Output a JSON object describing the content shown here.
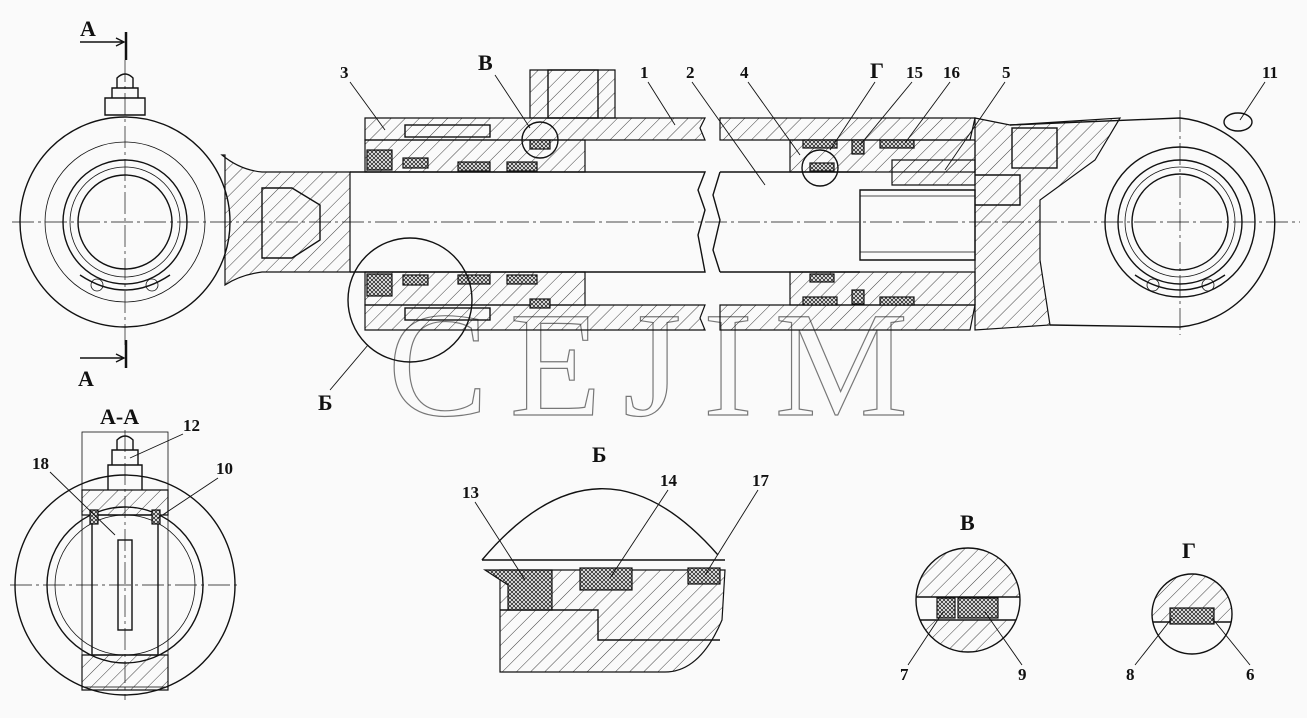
{
  "drawing": {
    "watermark": "CEJIM",
    "section_marks": {
      "top": "А",
      "bottom": "А"
    },
    "main_callouts": {
      "c3": "3",
      "cV": "В",
      "c1": "1",
      "c2": "2",
      "c4": "4",
      "cG": "Г",
      "c15": "15",
      "c16": "16",
      "c5": "5",
      "c11": "11",
      "cB": "Б"
    },
    "section_aa": {
      "title": "А-А",
      "c12": "12",
      "c18": "18",
      "c10": "10"
    },
    "detail_b": {
      "title": "Б",
      "c13": "13",
      "c14": "14",
      "c17": "17"
    },
    "detail_v": {
      "title": "В",
      "c7": "7",
      "c9": "9"
    },
    "detail_g": {
      "title": "Г",
      "c8": "8",
      "c6": "6"
    }
  }
}
